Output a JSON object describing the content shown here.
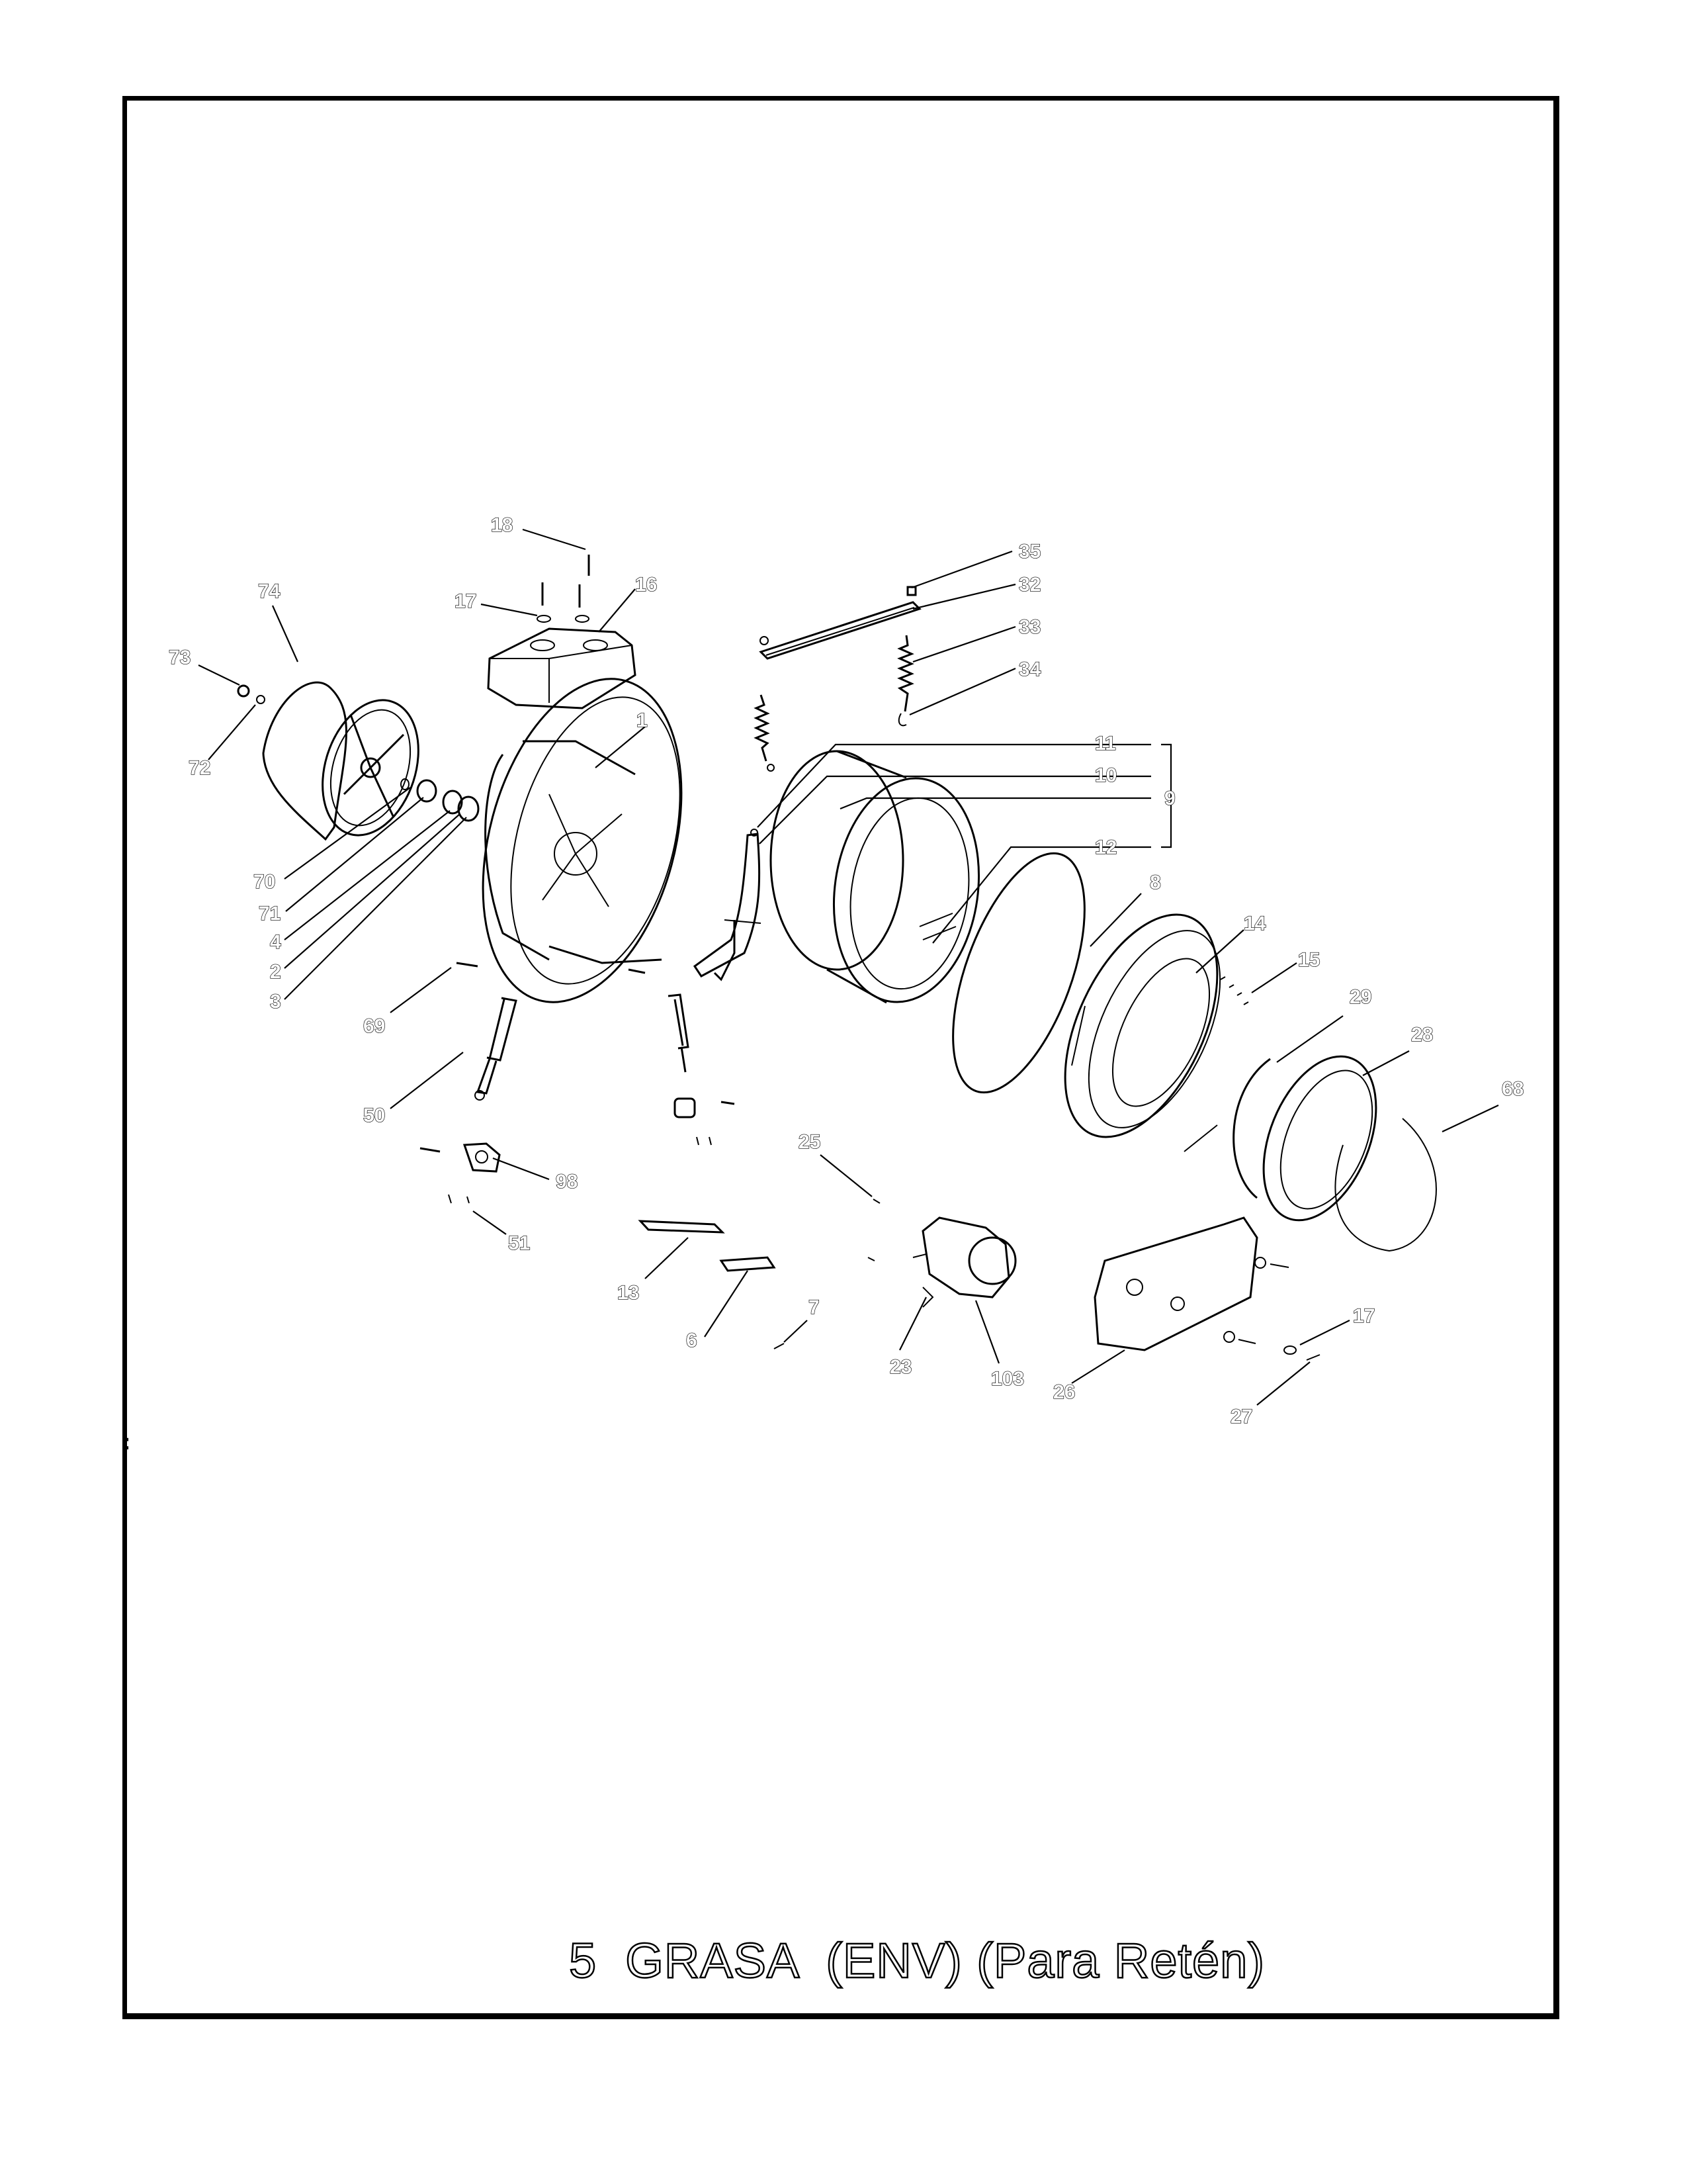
{
  "labels": {
    "l18a": "18",
    "l17a": "17",
    "l16": "16",
    "l74": "74",
    "l73": "73",
    "l72": "72",
    "l1": "1",
    "l70": "70",
    "l71": "71",
    "l4": "4",
    "l2": "2",
    "l3": "3",
    "l69": "69",
    "l50": "50",
    "l98": "98",
    "l51": "51",
    "l35": "35",
    "l32": "32",
    "l33": "33",
    "l34": "34",
    "l11": "11",
    "l10": "10",
    "l9": "9",
    "l12": "12",
    "l8": "8",
    "l14": "14",
    "l15": "15",
    "l29": "29",
    "l28": "28",
    "l68": "68",
    "l25": "25",
    "l13": "13",
    "l6": "6",
    "l7": "7",
    "l23": "23",
    "l103": "103",
    "l26": "26",
    "l17b": "17",
    "l27": "27"
  },
  "footer": "5  GRASA  (ENV) (Para Retén)",
  "side_mark": ":"
}
